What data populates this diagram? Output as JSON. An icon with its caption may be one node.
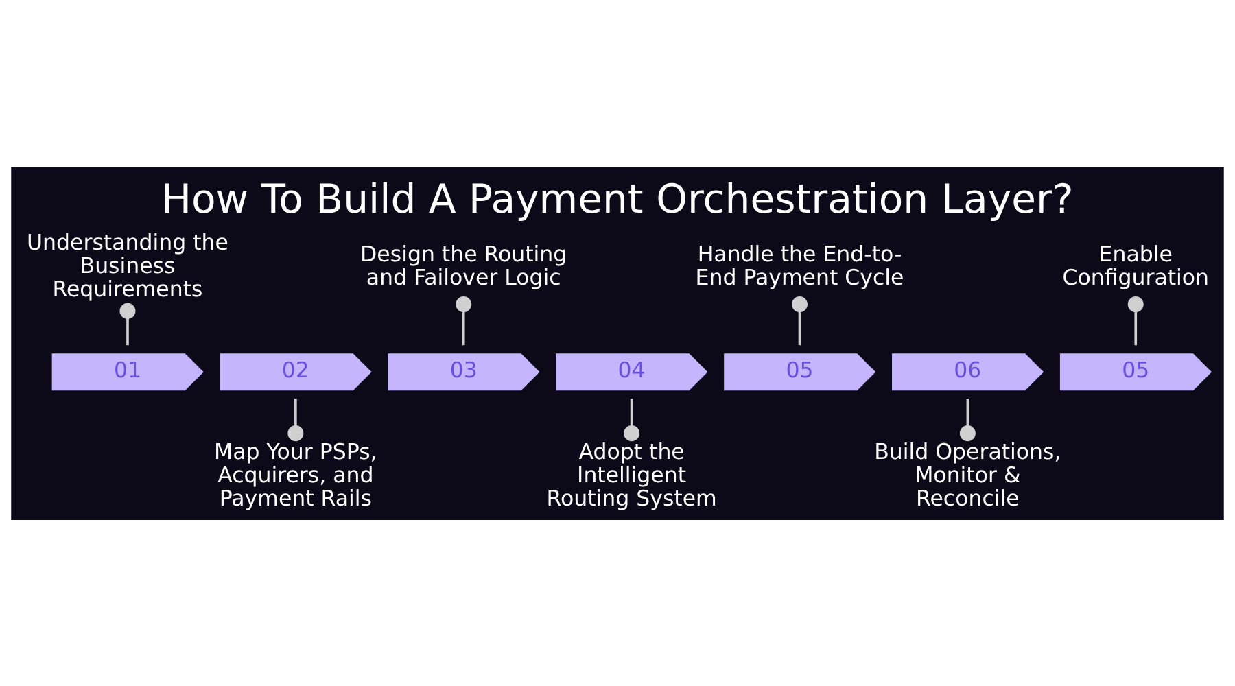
{
  "diagram": {
    "title": "How To Build A Payment Orchestration Layer?",
    "nodes": [
      {
        "text": [
          "01"
        ]
      },
      {
        "text": [
          "02"
        ]
      },
      {
        "text": [
          "03"
        ]
      },
      {
        "text": [
          "04"
        ]
      },
      {
        "text": [
          "05"
        ]
      },
      {
        "text": [
          "06"
        ]
      },
      {
        "text": [
          "05"
        ]
      },
      {
        "text": [
          "Understanding the Business Requirements"
        ]
      },
      {
        "text": [
          "Map Your PSPs, Acquirers, and Payment Rails"
        ]
      },
      {
        "text": [
          "Design the Routing and Failover Logic"
        ]
      },
      {
        "text": [
          "Adopt the Intelligent Routing System"
        ]
      },
      {
        "text": [
          "Handle the End-to-End Payment Cycle"
        ]
      },
      {
        "text": [
          "Build Operations, Monitor & Reconcile"
        ]
      },
      {
        "text": [
          "Enable Configuration"
        ]
      }
    ],
    "edges": [
      {
        "from": 7,
        "to": 0,
        "arrow": "other"
      },
      {
        "from": 8,
        "to": 1,
        "arrow": "other"
      },
      {
        "from": 9,
        "to": 2,
        "arrow": "other"
      },
      {
        "from": 10,
        "to": 3,
        "arrow": "other"
      },
      {
        "from": 11,
        "to": 4,
        "arrow": "other"
      },
      {
        "from": 12,
        "to": 5,
        "arrow": "other"
      },
      {
        "from": 13,
        "to": 6,
        "arrow": "other"
      }
    ]
  }
}
